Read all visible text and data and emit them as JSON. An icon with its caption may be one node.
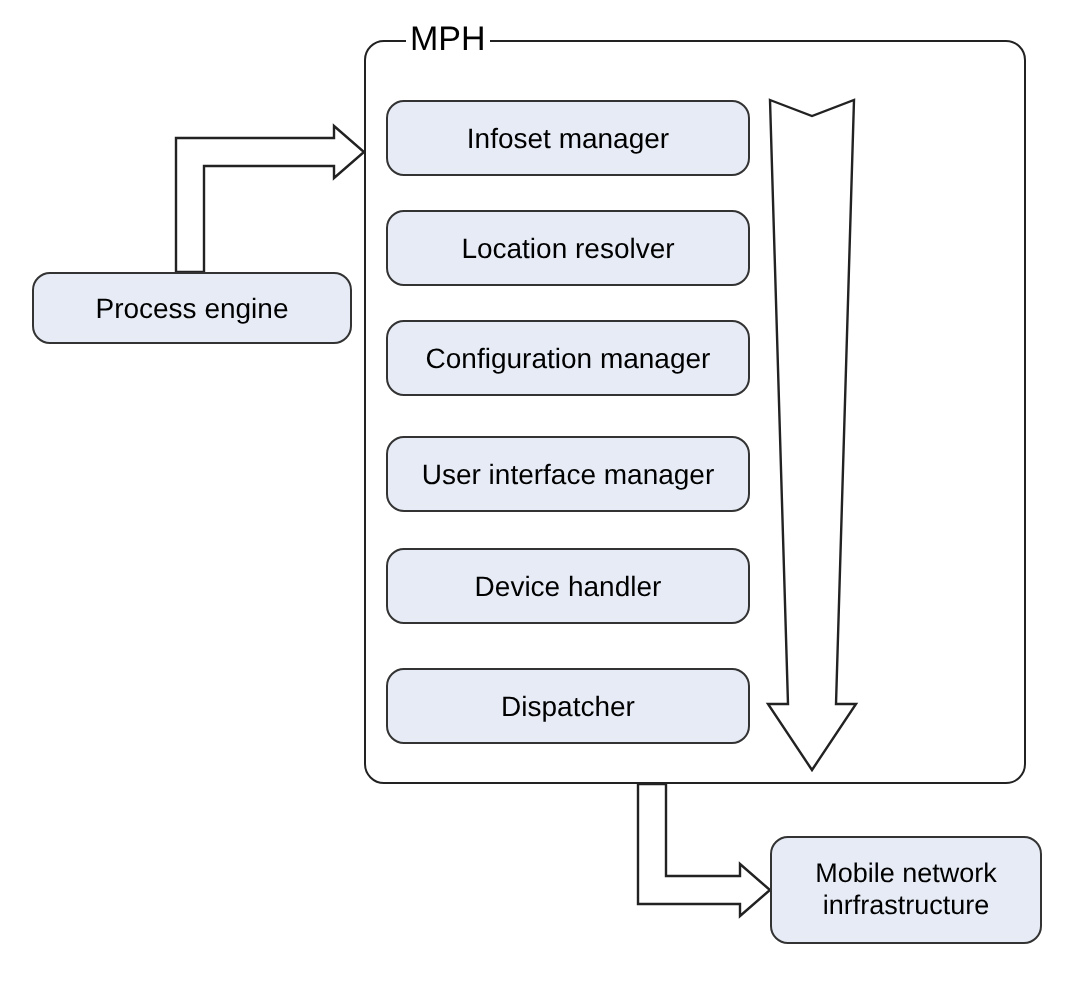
{
  "diagram": {
    "nodes": [
      {
        "text": [
          "MPH"
        ]
      },
      {
        "text": [
          "Infoset manager"
        ],
        "in": 0
      },
      {
        "text": [
          "Location resolver"
        ],
        "in": 0
      },
      {
        "text": [
          "Configuration manager"
        ],
        "in": 0
      },
      {
        "text": [
          "User interface manager"
        ],
        "in": 0
      },
      {
        "text": [
          "Device handler"
        ],
        "in": 0
      },
      {
        "text": [
          "Dispatcher"
        ],
        "in": 0
      },
      {
        "text": [
          "Process engine"
        ]
      },
      {
        "text": [
          "Mobile network inrfrastructure"
        ]
      }
    ],
    "edges": [
      {
        "from": 7,
        "to": 0,
        "arrow": "to",
        "style": "thick"
      },
      {
        "from": 0,
        "to": 8,
        "arrow": "to",
        "style": "thick"
      }
    ]
  }
}
